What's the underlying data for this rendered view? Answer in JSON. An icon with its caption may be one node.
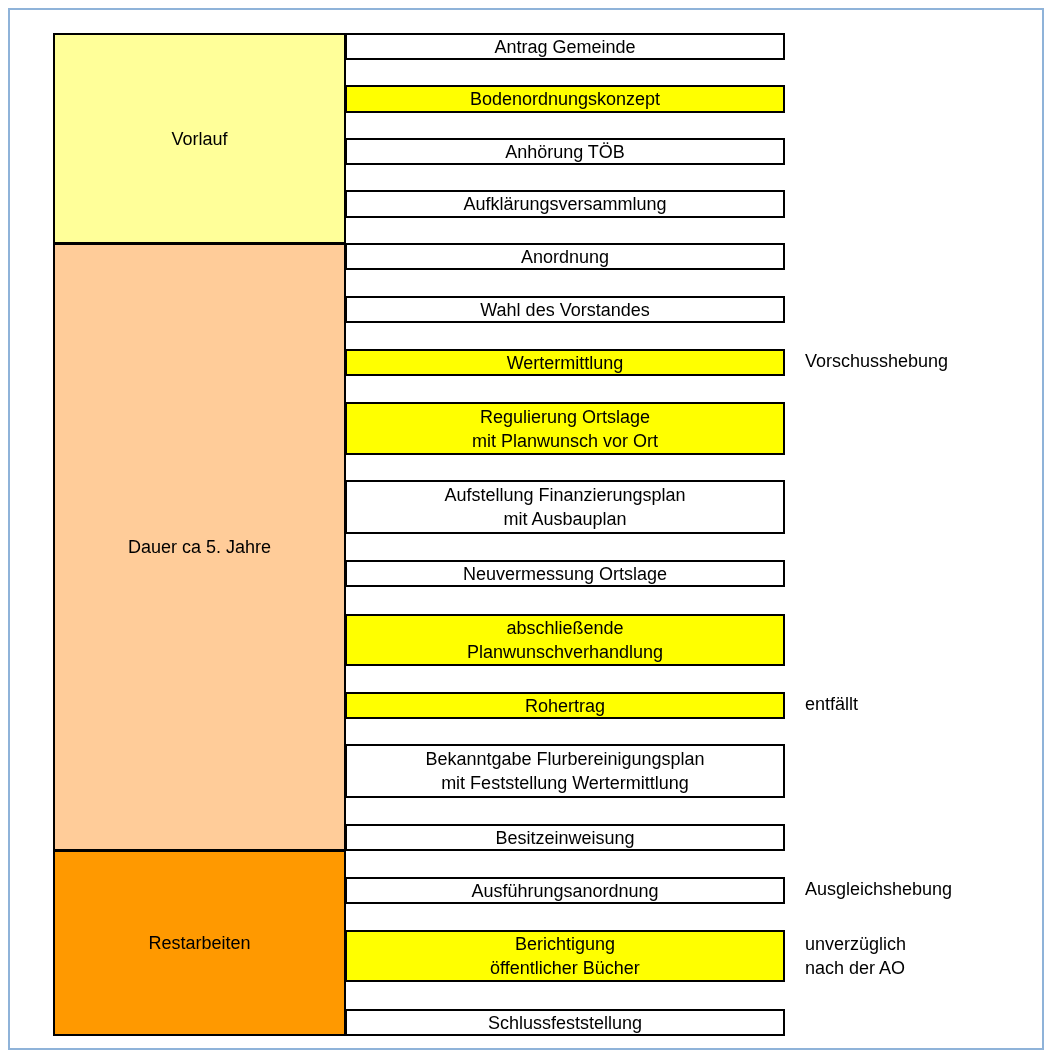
{
  "diagram": {
    "nodes": [
      {
        "text": [
          "Vorlauf"
        ]
      },
      {
        "text": [
          "Dauer ca 5. Jahre"
        ]
      },
      {
        "text": [
          "Restarbeiten"
        ]
      },
      {
        "text": [
          "Antrag Gemeinde"
        ]
      },
      {
        "text": [
          "Bodenordnungskonzept"
        ]
      },
      {
        "text": [
          "Anhörung TÖB"
        ]
      },
      {
        "text": [
          "Aufklärungsversammlung"
        ]
      },
      {
        "text": [
          "Anordnung"
        ]
      },
      {
        "text": [
          "Wahl des Vorstandes"
        ]
      },
      {
        "text": [
          "Wertermittlung"
        ],
        "beside": [
          "Vorschusshebung"
        ]
      },
      {
        "text": [
          "Regulierung Ortslage mit Planwunsch vor Ort"
        ]
      },
      {
        "text": [
          "Aufstellung Finanzierungsplan mit Ausbauplan"
        ]
      },
      {
        "text": [
          "Neuvermessung Ortslage"
        ]
      },
      {
        "text": [
          "abschließende Planwunschverhandlung"
        ]
      },
      {
        "text": [
          "Rohertrag"
        ],
        "beside": [
          "entfällt"
        ]
      },
      {
        "text": [
          "Bekanntgabe Flurbereinigungsplan mit Feststellung Wertermittlung"
        ]
      },
      {
        "text": [
          "Besitzeinweisung"
        ]
      },
      {
        "text": [
          "Ausführungsanordnung"
        ],
        "beside": [
          "Ausgleichshebung"
        ]
      },
      {
        "text": [
          "Berichtigung öffentlicher Bücher"
        ],
        "beside": [
          "unverzüglich nach der AO"
        ]
      },
      {
        "text": [
          "Schlussfeststellung"
        ]
      }
    ]
  }
}
